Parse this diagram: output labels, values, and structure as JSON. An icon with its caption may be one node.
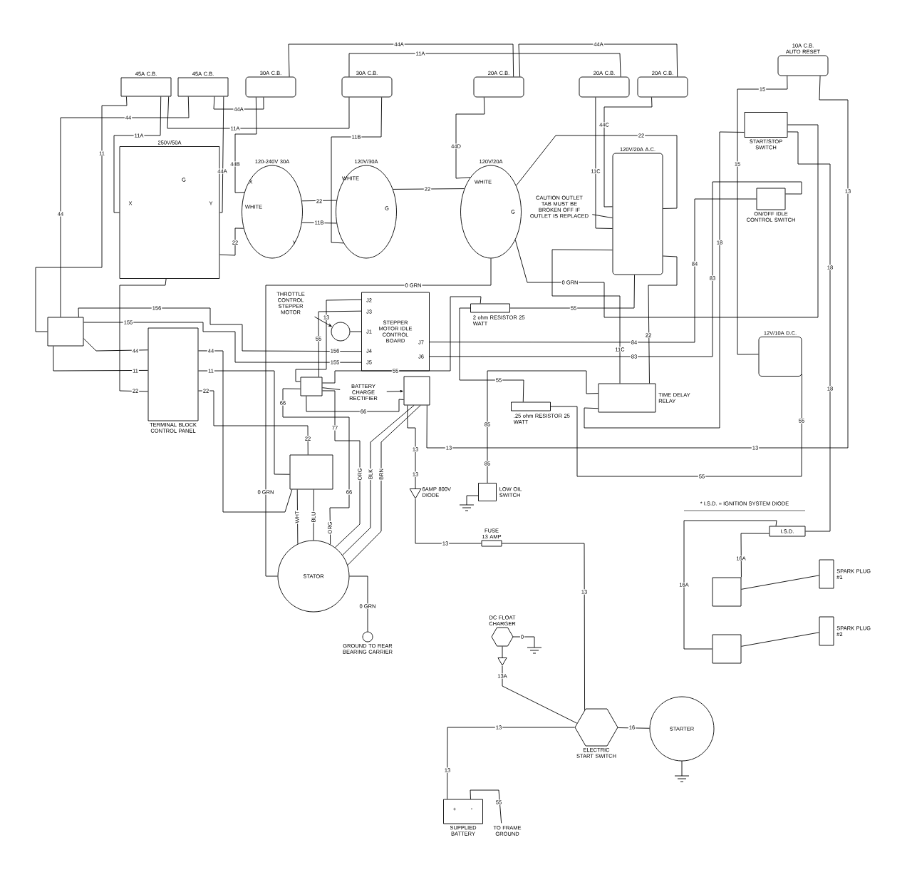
{
  "diagram": {
    "nodes": [
      {
        "text": [
          "45A C.B."
        ]
      },
      {
        "text": [
          "45A C.B."
        ]
      },
      {
        "text": [
          "30A C.B."
        ]
      },
      {
        "text": [
          "30A C.B."
        ]
      },
      {
        "text": [
          "20A C.B."
        ]
      },
      {
        "text": [
          "20A C.B."
        ]
      },
      {
        "text": [
          "20A C.B."
        ]
      },
      {
        "text": [
          "10A C.B. AUTO RESET"
        ]
      },
      {
        "text": [
          "250V/50A"
        ]
      },
      {
        "text": [
          "120-240V 30A"
        ]
      },
      {
        "text": [
          "120V/30A"
        ]
      },
      {
        "text": [
          "120V/20A"
        ]
      },
      {
        "text": [
          "120V/20A A.C."
        ]
      },
      {
        "text": [
          "START/STOP SWITCH"
        ]
      },
      {
        "text": [
          "ON/OFF IDLE CONTROL SWITCH"
        ]
      },
      {
        "text": [],
        "shape": "box"
      },
      {
        "text": [
          "TERMINAL BLOCK CONTROL PANEL"
        ]
      },
      {
        "text": [
          "THROTTLE CONTROL STEPPER MOTOR"
        ]
      },
      {
        "text": [],
        "shape": "circle"
      },
      {
        "text": [
          "STEPPER MOTOR IDLE CONTROL BOARD"
        ]
      },
      {
        "text": [],
        "shape": "box"
      },
      {
        "text": [
          "BATTERY CHARGE RECTIFIER"
        ]
      },
      {
        "text": [],
        "shape": "box"
      },
      {
        "text": [
          "2 ohm RESISTOR 25 WATT"
        ]
      },
      {
        "text": [
          "TIME DELAY RELAY"
        ]
      },
      {
        "text": [
          ".25 ohm RESISTOR 25 WATT"
        ]
      },
      {
        "text": [
          "12V/10A D.C."
        ]
      },
      {
        "text": [],
        "shape": "box"
      },
      {
        "text": [
          "STATOR"
        ]
      },
      {
        "text": [
          "GROUND TO REAR BEARING CARRIER"
        ]
      },
      {
        "text": [
          "LOW OIL SWITCH"
        ]
      },
      {
        "text": [
          "6AMP 800V DIODE"
        ]
      },
      {
        "text": [
          "FUSE 13 AMP"
        ]
      },
      {
        "text": [
          "DC FLOAT CHARGER"
        ]
      },
      {
        "text": [
          "ELECTRIC START SWITCH"
        ]
      },
      {
        "text": [
          "STARTER"
        ]
      },
      {
        "text": [
          "SUPPLIED BATTERY"
        ]
      },
      {
        "text": [
          "TO FRAME GROUND"
        ]
      },
      {
        "text": [
          "I.S.D."
        ]
      },
      {
        "text": [],
        "shape": "box"
      },
      {
        "text": [],
        "shape": "box"
      },
      {
        "text": [
          "SPARK PLUG #1"
        ]
      },
      {
        "text": [
          "SPARK PLUG #2"
        ]
      },
      {
        "text": [
          "CAUTION OUTLET TAB MUST BE BROKEN OFF IF OUTLET IS REPLACED"
        ]
      },
      {
        "text": [],
        "shape": "diode"
      }
    ],
    "edges": [
      {
        "from": 1,
        "to": 2,
        "arrow": "none",
        "label": "44A"
      },
      {
        "from": 2,
        "to": 4,
        "arrow": "none",
        "label": "44A"
      },
      {
        "from": 4,
        "to": 6,
        "arrow": "none",
        "label": "44A"
      },
      {
        "from": 0,
        "to": 3,
        "arrow": "none",
        "label": "11A"
      },
      {
        "from": 3,
        "to": 5,
        "arrow": "none",
        "label": "11A"
      },
      {
        "from": 1,
        "to": 15,
        "arrow": "none",
        "label": "44"
      },
      {
        "from": 0,
        "to": 15,
        "arrow": "none",
        "label": "11"
      },
      {
        "from": 0,
        "to": 8,
        "arrow": "none",
        "label": "11A"
      },
      {
        "from": 1,
        "to": 8,
        "arrow": "none",
        "label": "44A"
      },
      {
        "from": 8,
        "to": 9,
        "arrow": "none",
        "label": "22"
      },
      {
        "from": 8,
        "to": 16,
        "arrow": "none",
        "label": "22"
      },
      {
        "from": 2,
        "to": 9,
        "arrow": "none",
        "label": "44B"
      },
      {
        "from": 3,
        "to": 10,
        "arrow": "none",
        "label": "11B"
      },
      {
        "from": 9,
        "to": 10,
        "arrow": "none",
        "label": "11B"
      },
      {
        "from": 9,
        "to": 10,
        "arrow": "none",
        "label": "22"
      },
      {
        "from": 10,
        "to": 11,
        "arrow": "none",
        "label": "22"
      },
      {
        "from": 4,
        "to": 11,
        "arrow": "none",
        "label": "44D"
      },
      {
        "from": 11,
        "to": 12,
        "arrow": "none",
        "label": "22"
      },
      {
        "from": 6,
        "to": 12,
        "arrow": "none",
        "label": "44C"
      },
      {
        "from": 5,
        "to": 12,
        "arrow": "none",
        "label": "11C"
      },
      {
        "from": 12,
        "to": 24,
        "arrow": "none",
        "label": "11C"
      },
      {
        "from": 12,
        "to": 24,
        "arrow": "none",
        "label": "22"
      },
      {
        "from": 11,
        "to": 28,
        "arrow": "none",
        "label": "0 GRN"
      },
      {
        "from": 11,
        "to": 13,
        "arrow": "none",
        "label": "0 GRN"
      },
      {
        "from": 7,
        "to": 26,
        "arrow": "none",
        "label": "15"
      },
      {
        "from": 7,
        "to": 22,
        "arrow": "none",
        "label": "13"
      },
      {
        "from": 13,
        "to": 24,
        "arrow": "none",
        "label": "18"
      },
      {
        "from": 13,
        "to": 38,
        "arrow": "none",
        "label": "18"
      },
      {
        "from": 14,
        "to": 19,
        "arrow": "none",
        "label": "84"
      },
      {
        "from": 14,
        "to": 19,
        "arrow": "none",
        "label": "83"
      },
      {
        "from": 19,
        "to": 20,
        "arrow": "none",
        "label": "55"
      },
      {
        "from": 20,
        "to": 23,
        "arrow": "none",
        "label": "55"
      },
      {
        "from": 23,
        "to": 12,
        "arrow": "none",
        "label": "55"
      },
      {
        "from": 23,
        "to": 25,
        "arrow": "none",
        "label": "55"
      },
      {
        "from": 25,
        "to": 26,
        "arrow": "none",
        "label": "55"
      },
      {
        "from": 19,
        "to": 20,
        "arrow": "none",
        "label": "13"
      },
      {
        "from": 15,
        "to": 19,
        "arrow": "none",
        "label": "156"
      },
      {
        "from": 15,
        "to": 19,
        "arrow": "none",
        "label": "155"
      },
      {
        "from": 15,
        "to": 16,
        "arrow": "none",
        "label": "44"
      },
      {
        "from": 15,
        "to": 16,
        "arrow": "none",
        "label": "11"
      },
      {
        "from": 16,
        "to": 27,
        "arrow": "none",
        "label": "44"
      },
      {
        "from": 16,
        "to": 27,
        "arrow": "none",
        "label": "11"
      },
      {
        "from": 16,
        "to": 27,
        "arrow": "none",
        "label": "22"
      },
      {
        "from": 20,
        "to": 22,
        "arrow": "none",
        "label": "66"
      },
      {
        "from": 20,
        "to": 28,
        "arrow": "none",
        "label": "77"
      },
      {
        "from": 22,
        "to": 28,
        "arrow": "none",
        "label": "BLK"
      },
      {
        "from": 22,
        "to": 28,
        "arrow": "none",
        "label": "BRN"
      },
      {
        "from": 20,
        "to": 28,
        "arrow": "none",
        "label": "66"
      },
      {
        "from": 27,
        "to": 28,
        "arrow": "none",
        "label": "WHT"
      },
      {
        "from": 27,
        "to": 28,
        "arrow": "none",
        "label": "BLU"
      },
      {
        "from": 28,
        "to": 29,
        "arrow": "none",
        "label": "0 GRN"
      },
      {
        "from": 22,
        "to": 31,
        "arrow": "none",
        "label": "13"
      },
      {
        "from": 31,
        "to": 32,
        "arrow": "none",
        "label": "13"
      },
      {
        "from": 32,
        "to": 34,
        "arrow": "none",
        "label": "13"
      },
      {
        "from": 36,
        "to": 34,
        "arrow": "none",
        "label": "13"
      },
      {
        "from": 44,
        "to": 34,
        "arrow": "none",
        "label": "13A"
      },
      {
        "from": 34,
        "to": 35,
        "arrow": "none",
        "label": "16"
      },
      {
        "from": 36,
        "to": 37,
        "arrow": "none",
        "label": "55"
      },
      {
        "from": 38,
        "to": 39,
        "arrow": "none",
        "label": "16A"
      },
      {
        "from": 38,
        "to": 40,
        "arrow": "none",
        "label": "16A"
      },
      {
        "from": 39,
        "to": 41,
        "arrow": "none"
      },
      {
        "from": 40,
        "to": 42,
        "arrow": "none"
      },
      {
        "from": 24,
        "to": 30,
        "arrow": "none",
        "label": "85"
      },
      {
        "from": 17,
        "to": 18,
        "arrow": "to"
      },
      {
        "from": 18,
        "to": 19,
        "arrow": "none"
      },
      {
        "from": 21,
        "to": 20,
        "arrow": "none"
      },
      {
        "from": 21,
        "to": 22,
        "arrow": "to"
      },
      {
        "from": 43,
        "to": 12,
        "arrow": "none"
      },
      {
        "from": 33,
        "to": 44,
        "arrow": "none"
      }
    ],
    "labels": [
      "X",
      "G",
      "Y",
      "X",
      "WHITE",
      "Y",
      "WHITE",
      "G",
      "WHITE",
      "G",
      "44",
      "J2",
      "J3",
      "J1",
      "J4",
      "J5",
      "J7",
      "J6",
      "156",
      "155",
      "66",
      "22",
      "0 GRN",
      "ORG",
      "ORG",
      "85",
      "13",
      "13",
      "84",
      "83",
      "18",
      "15",
      "55",
      "* I.S.D. = IGNITION SYSTEM DIODE",
      "0",
      "13",
      "13",
      "+",
      "-"
    ]
  }
}
